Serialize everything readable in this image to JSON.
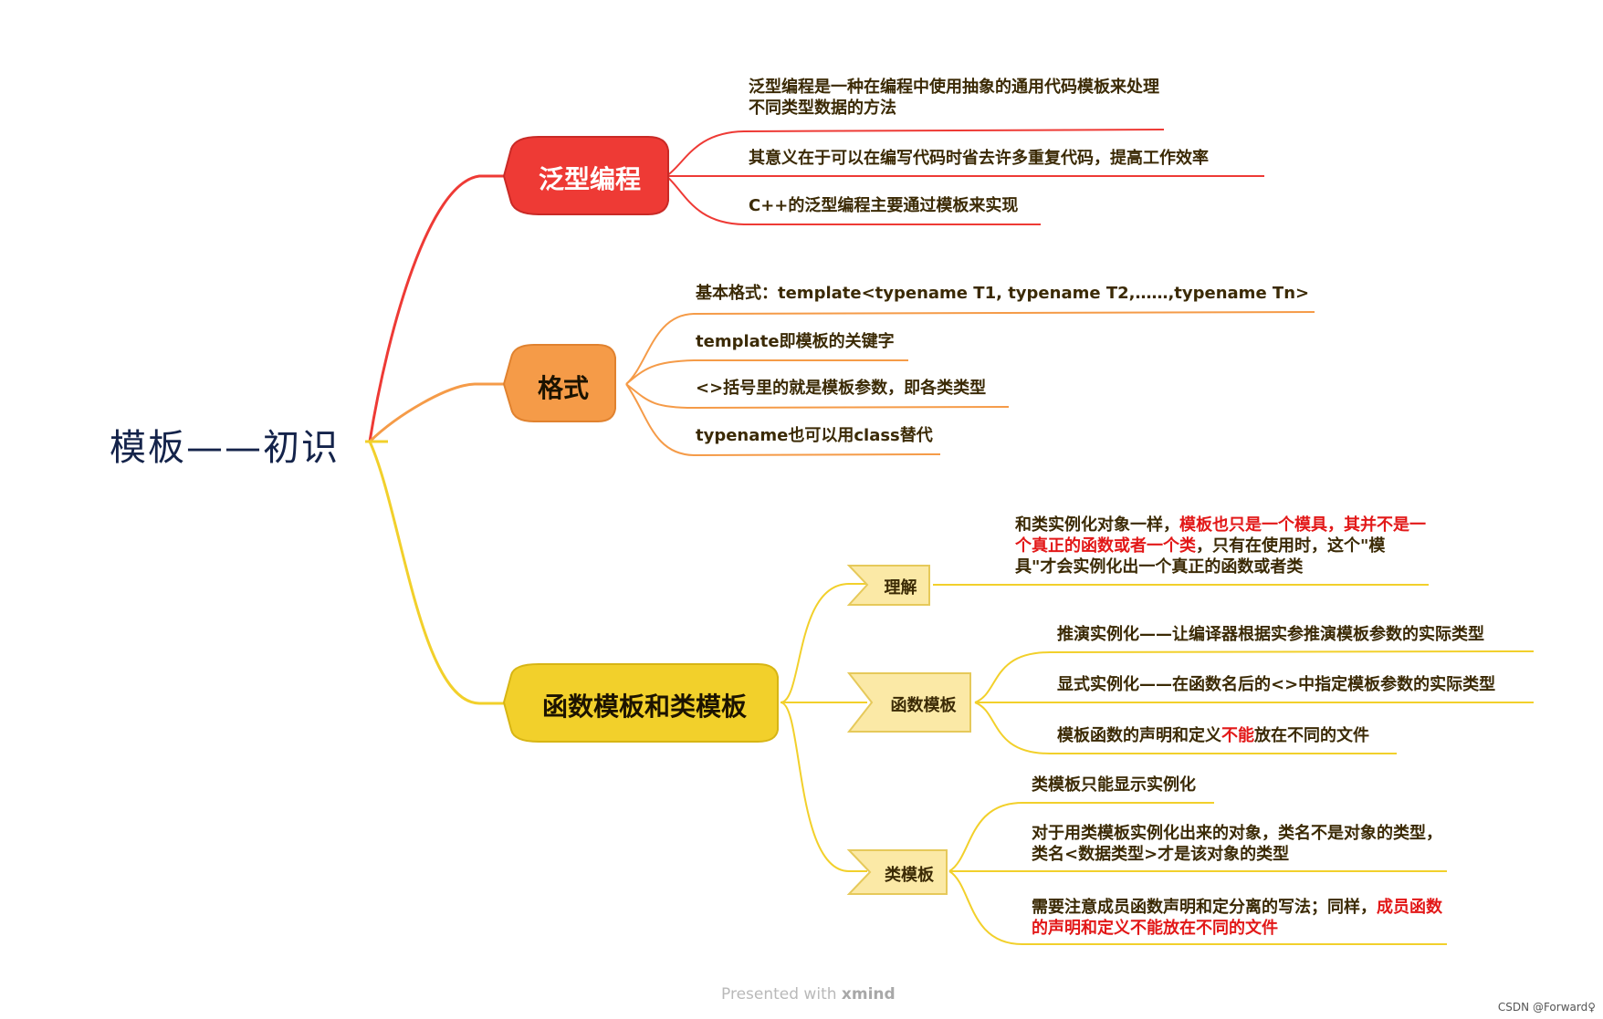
{
  "root": "模板——初识",
  "branches": {
    "generic": {
      "label": "泛型编程",
      "color": "#ee3a35",
      "leaves": [
        "泛型编程是一种在编程中使用抽象的通用代码模板来处理不同类型数据的方法",
        "其意义在于可以在编写代码时省去许多重复代码，提高工作效率",
        "C++的泛型编程主要通过模板来实现"
      ]
    },
    "format": {
      "label": "格式",
      "color": "#f59b48",
      "leaves": [
        "基本格式：template<typename T1, typename T2,……,typename Tn>",
        "template即模板的关键字",
        "<>括号里的就是模板参数，即各类类型",
        "typename也可以用class替代"
      ]
    },
    "templates": {
      "label": "函数模板和类模板",
      "color": "#f2d02b",
      "understand": {
        "label": "理解",
        "text_a": "和类实例化对象一样，",
        "text_red": "模板也只是一个模具，其并不是一个真正的函数或者一个类",
        "text_b": "，只有在使用时，这个\"模具\"才会实例化出一个真正的函数或者类"
      },
      "function_template": {
        "label": "函数模板",
        "leaf1": "推演实例化——让编译器根据实参推演模板参数的实际类型",
        "leaf2": "显式实例化——在函数名后的<>中指定模板参数的实际类型",
        "leaf3_a": "模板函数的声明和定义",
        "leaf3_red": "不能",
        "leaf3_b": "放在不同的文件"
      },
      "class_template": {
        "label": "类模板",
        "leaf1": "类模板只能显示实例化",
        "leaf2": "对于用类模板实例化出来的对象，类名不是对象的类型，类名<数据类型>才是该对象的类型",
        "leaf3_a": "需要注意成员函数声明和定分离的写法；同样，",
        "leaf3_red": "成员函数的声明和定义不能放在不同的文件"
      }
    }
  },
  "footer": {
    "presented": "Presented with",
    "brand": "xmind"
  },
  "credit": "CSDN @Forward♀"
}
